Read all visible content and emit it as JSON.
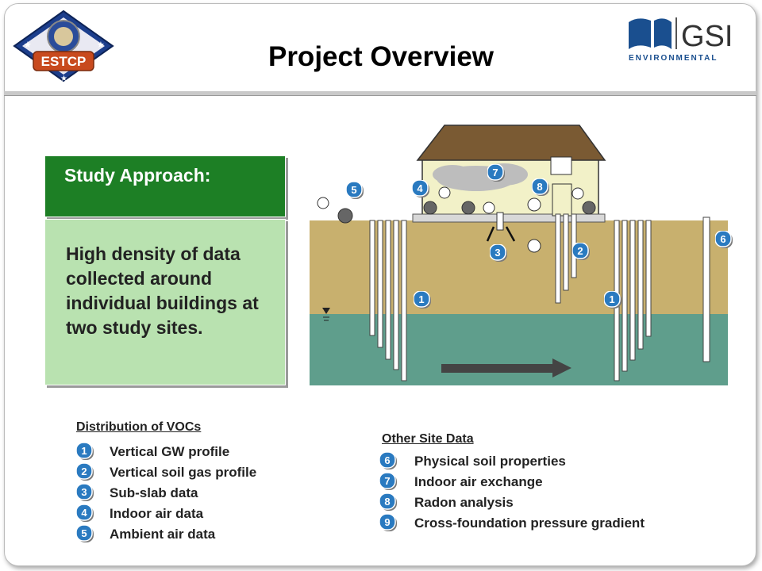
{
  "title": "Project Overview",
  "logos": {
    "left_text": "ESTCP",
    "right_text": "GSI",
    "right_subtext": "ENVIRONMENTAL"
  },
  "study": {
    "heading": "Study Approach:",
    "body": "High density of data collected around individual buildings at two study sites."
  },
  "diagram_badges": [
    "5",
    "4",
    "7",
    "8",
    "6",
    "3",
    "2",
    "1",
    "1"
  ],
  "distribution": {
    "title": "Distribution of VOCs",
    "items": [
      {
        "num": "1",
        "label": "Vertical GW profile"
      },
      {
        "num": "2",
        "label": "Vertical soil gas profile"
      },
      {
        "num": "3",
        "label": "Sub-slab data"
      },
      {
        "num": "4",
        "label": "Indoor air data"
      },
      {
        "num": "5",
        "label": "Ambient air data"
      }
    ]
  },
  "other": {
    "title": "Other Site Data",
    "items": [
      {
        "num": "6",
        "label": "Physical soil properties"
      },
      {
        "num": "7",
        "label": "Indoor air exchange"
      },
      {
        "num": "8",
        "label": "Radon analysis"
      },
      {
        "num": "9",
        "label": "Cross-foundation pressure gradient"
      }
    ]
  },
  "colors": {
    "green": "#1d7f25",
    "light_green": "#b9e2b0",
    "soil": "#c8b06e",
    "water": "#5f9e8c",
    "badge": "#2a7ac0",
    "roof": "#7a5a33",
    "house": "#f2f1c8"
  }
}
